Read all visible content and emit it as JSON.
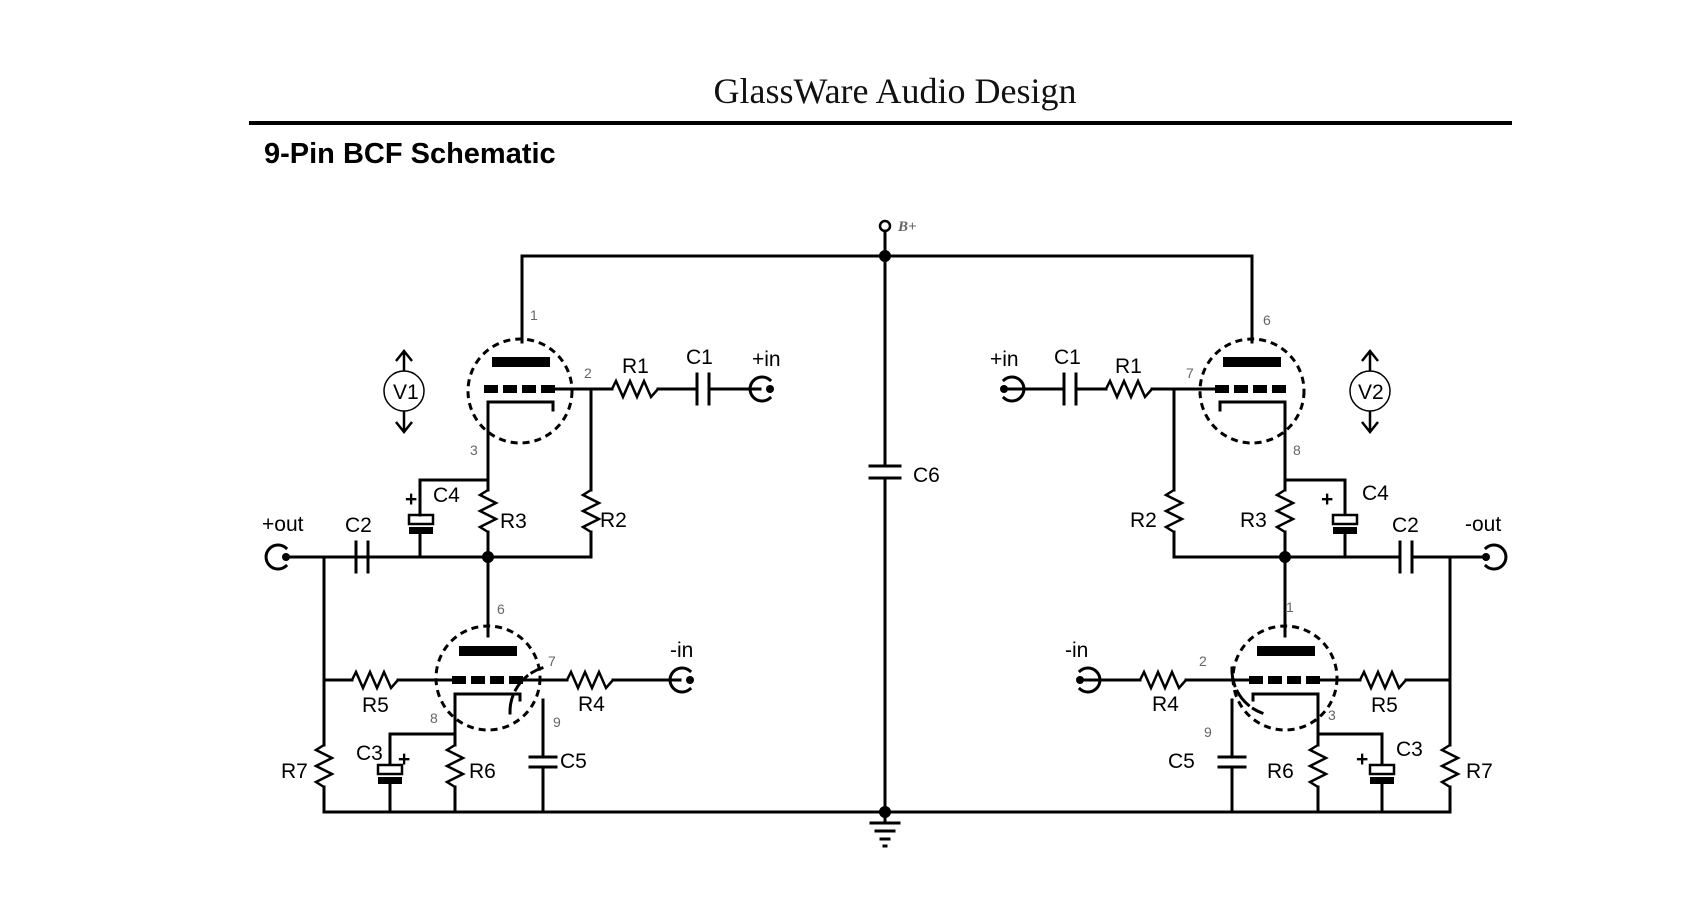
{
  "header": {
    "title": "GlassWare Audio Design"
  },
  "schematic": {
    "title": "9-Pin BCF  Schematic",
    "supply_label": "B+",
    "tubes": {
      "v1": "V1",
      "v2": "V2"
    },
    "components": {
      "r1": "R1",
      "r2": "R2",
      "r3": "R3",
      "r4": "R4",
      "r5": "R5",
      "r6": "R6",
      "r7": "R7",
      "c1": "C1",
      "c2": "C2",
      "c3": "C3",
      "c4": "C4",
      "c5": "C5",
      "c6": "C6"
    },
    "ports": {
      "plus_in": "+in",
      "minus_in": "-in",
      "plus_out": "+out",
      "minus_out": "-out"
    },
    "pins": {
      "p1": "1",
      "p2": "2",
      "p3": "3",
      "p6": "6",
      "p7": "7",
      "p8": "8",
      "p9": "9"
    },
    "polarity_mark": "+"
  }
}
